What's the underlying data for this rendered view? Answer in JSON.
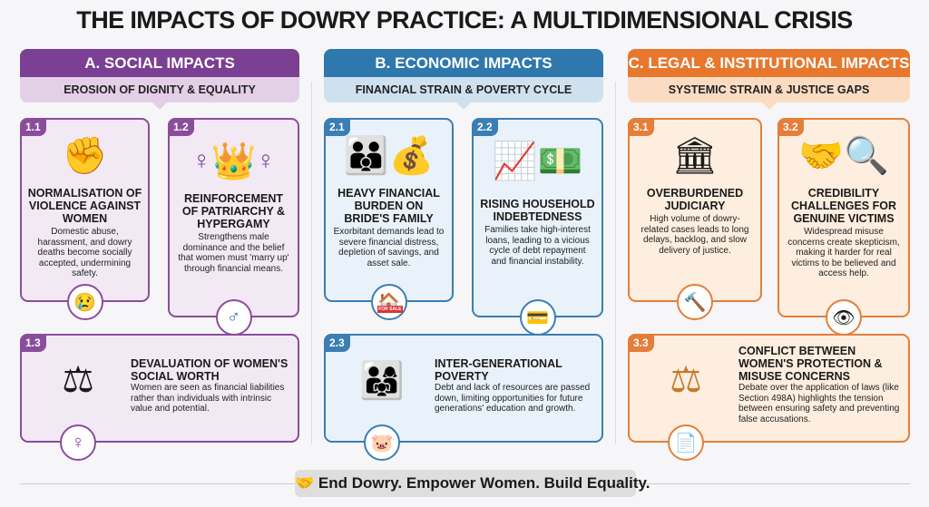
{
  "title": "THE IMPACTS OF DOWRY PRACTICE: A MULTIDIMENSIONAL CRISIS",
  "columns": [
    {
      "heading": "A. SOCIAL IMPACTS",
      "subheading": "EROSION OF DIGNITY & EQUALITY",
      "color": "#7b3f93",
      "cards": [
        {
          "num": "1.1",
          "title": "NORMALISATION OF VIOLENCE AGAINST WOMEN",
          "desc": "Domestic abuse, harassment, and dowry deaths become socially accepted, undermining safety.",
          "icon": "broken-chain-fist-icon",
          "badge": "crying-face-icon"
        },
        {
          "num": "1.2",
          "title": "REINFORCEMENT OF PATRIARCHY & HYPERGAMY",
          "desc": "Strengthens male dominance and the belief that women must 'marry up' through financial means.",
          "icon": "crowned-man-hierarchy-icon",
          "badge": "male-symbol-crown-icon"
        },
        {
          "num": "1.3",
          "title": "DEVALUATION OF WOMEN'S SOCIAL WORTH",
          "desc": "Women are seen as financial liabilities rather than individuals with intrinsic value and potential.",
          "icon": "money-vs-feather-scale-icon",
          "badge": "broken-female-symbol-icon"
        }
      ]
    },
    {
      "heading": "B. ECONOMIC IMPACTS",
      "subheading": "FINANCIAL STRAIN & POVERTY CYCLE",
      "color": "#2f78ae",
      "cards": [
        {
          "num": "2.1",
          "title": "HEAVY FINANCIAL BURDEN ON BRIDE'S FAMILY",
          "desc": "Exorbitant demands lead to severe financial distress, depletion of savings, and asset sale.",
          "icon": "family-money-bag-icon",
          "badge": "house-for-sale-icon",
          "badge_text": "FOR SALE"
        },
        {
          "num": "2.2",
          "title": "RISING HOUSEHOLD INDEBTEDNESS",
          "desc": "Families take high-interest loans, leading to a vicious cycle of debt repayment and financial instability.",
          "icon": "rising-chart-chained-cash-icon",
          "badge": "locked-credit-card-icon"
        },
        {
          "num": "2.3",
          "title": "INTER-GENERATIONAL POVERTY",
          "desc": "Debt and lack of resources are passed down, limiting opportunities for future generations' education and growth.",
          "icon": "family-empty-bowl-icon",
          "badge": "broken-piggy-bank-icon"
        }
      ]
    },
    {
      "heading": "C. LEGAL & INSTITUTIONAL IMPACTS",
      "subheading": "SYSTEMIC STRAIN & JUSTICE GAPS",
      "color": "#e8772e",
      "cards": [
        {
          "num": "3.1",
          "title": "OVERBURDENED JUDICIARY",
          "desc": "High volume of dowry-related cases leads to long delays, backlog, and slow delivery of justice.",
          "icon": "courthouse-sleeping-judge-icon",
          "badge": "gavel-clock-icon"
        },
        {
          "num": "3.2",
          "title": "CREDIBILITY CHALLENGES FOR GENUINE VICTIMS",
          "desc": "Widespread misuse concerns create skepticism, making it harder for real victims to be believed and access help.",
          "icon": "handshake-magnifier-question-icon",
          "badge": "crying-eye-shield-icon"
        },
        {
          "num": "3.3",
          "title": "CONFLICT BETWEEN WOMEN'S PROTECTION & MISUSE CONCERNS",
          "desc": "Debate over the application of laws (like Section 498A) highlights the tension between ensuring safety and preventing false accusations.",
          "icon": "justice-scale-shield-icon",
          "badge": "document-question-icon"
        }
      ]
    }
  ],
  "footer": {
    "text": "End Dowry. Empower Women. Build Equality.",
    "icon": "handshake-heart-icon"
  }
}
